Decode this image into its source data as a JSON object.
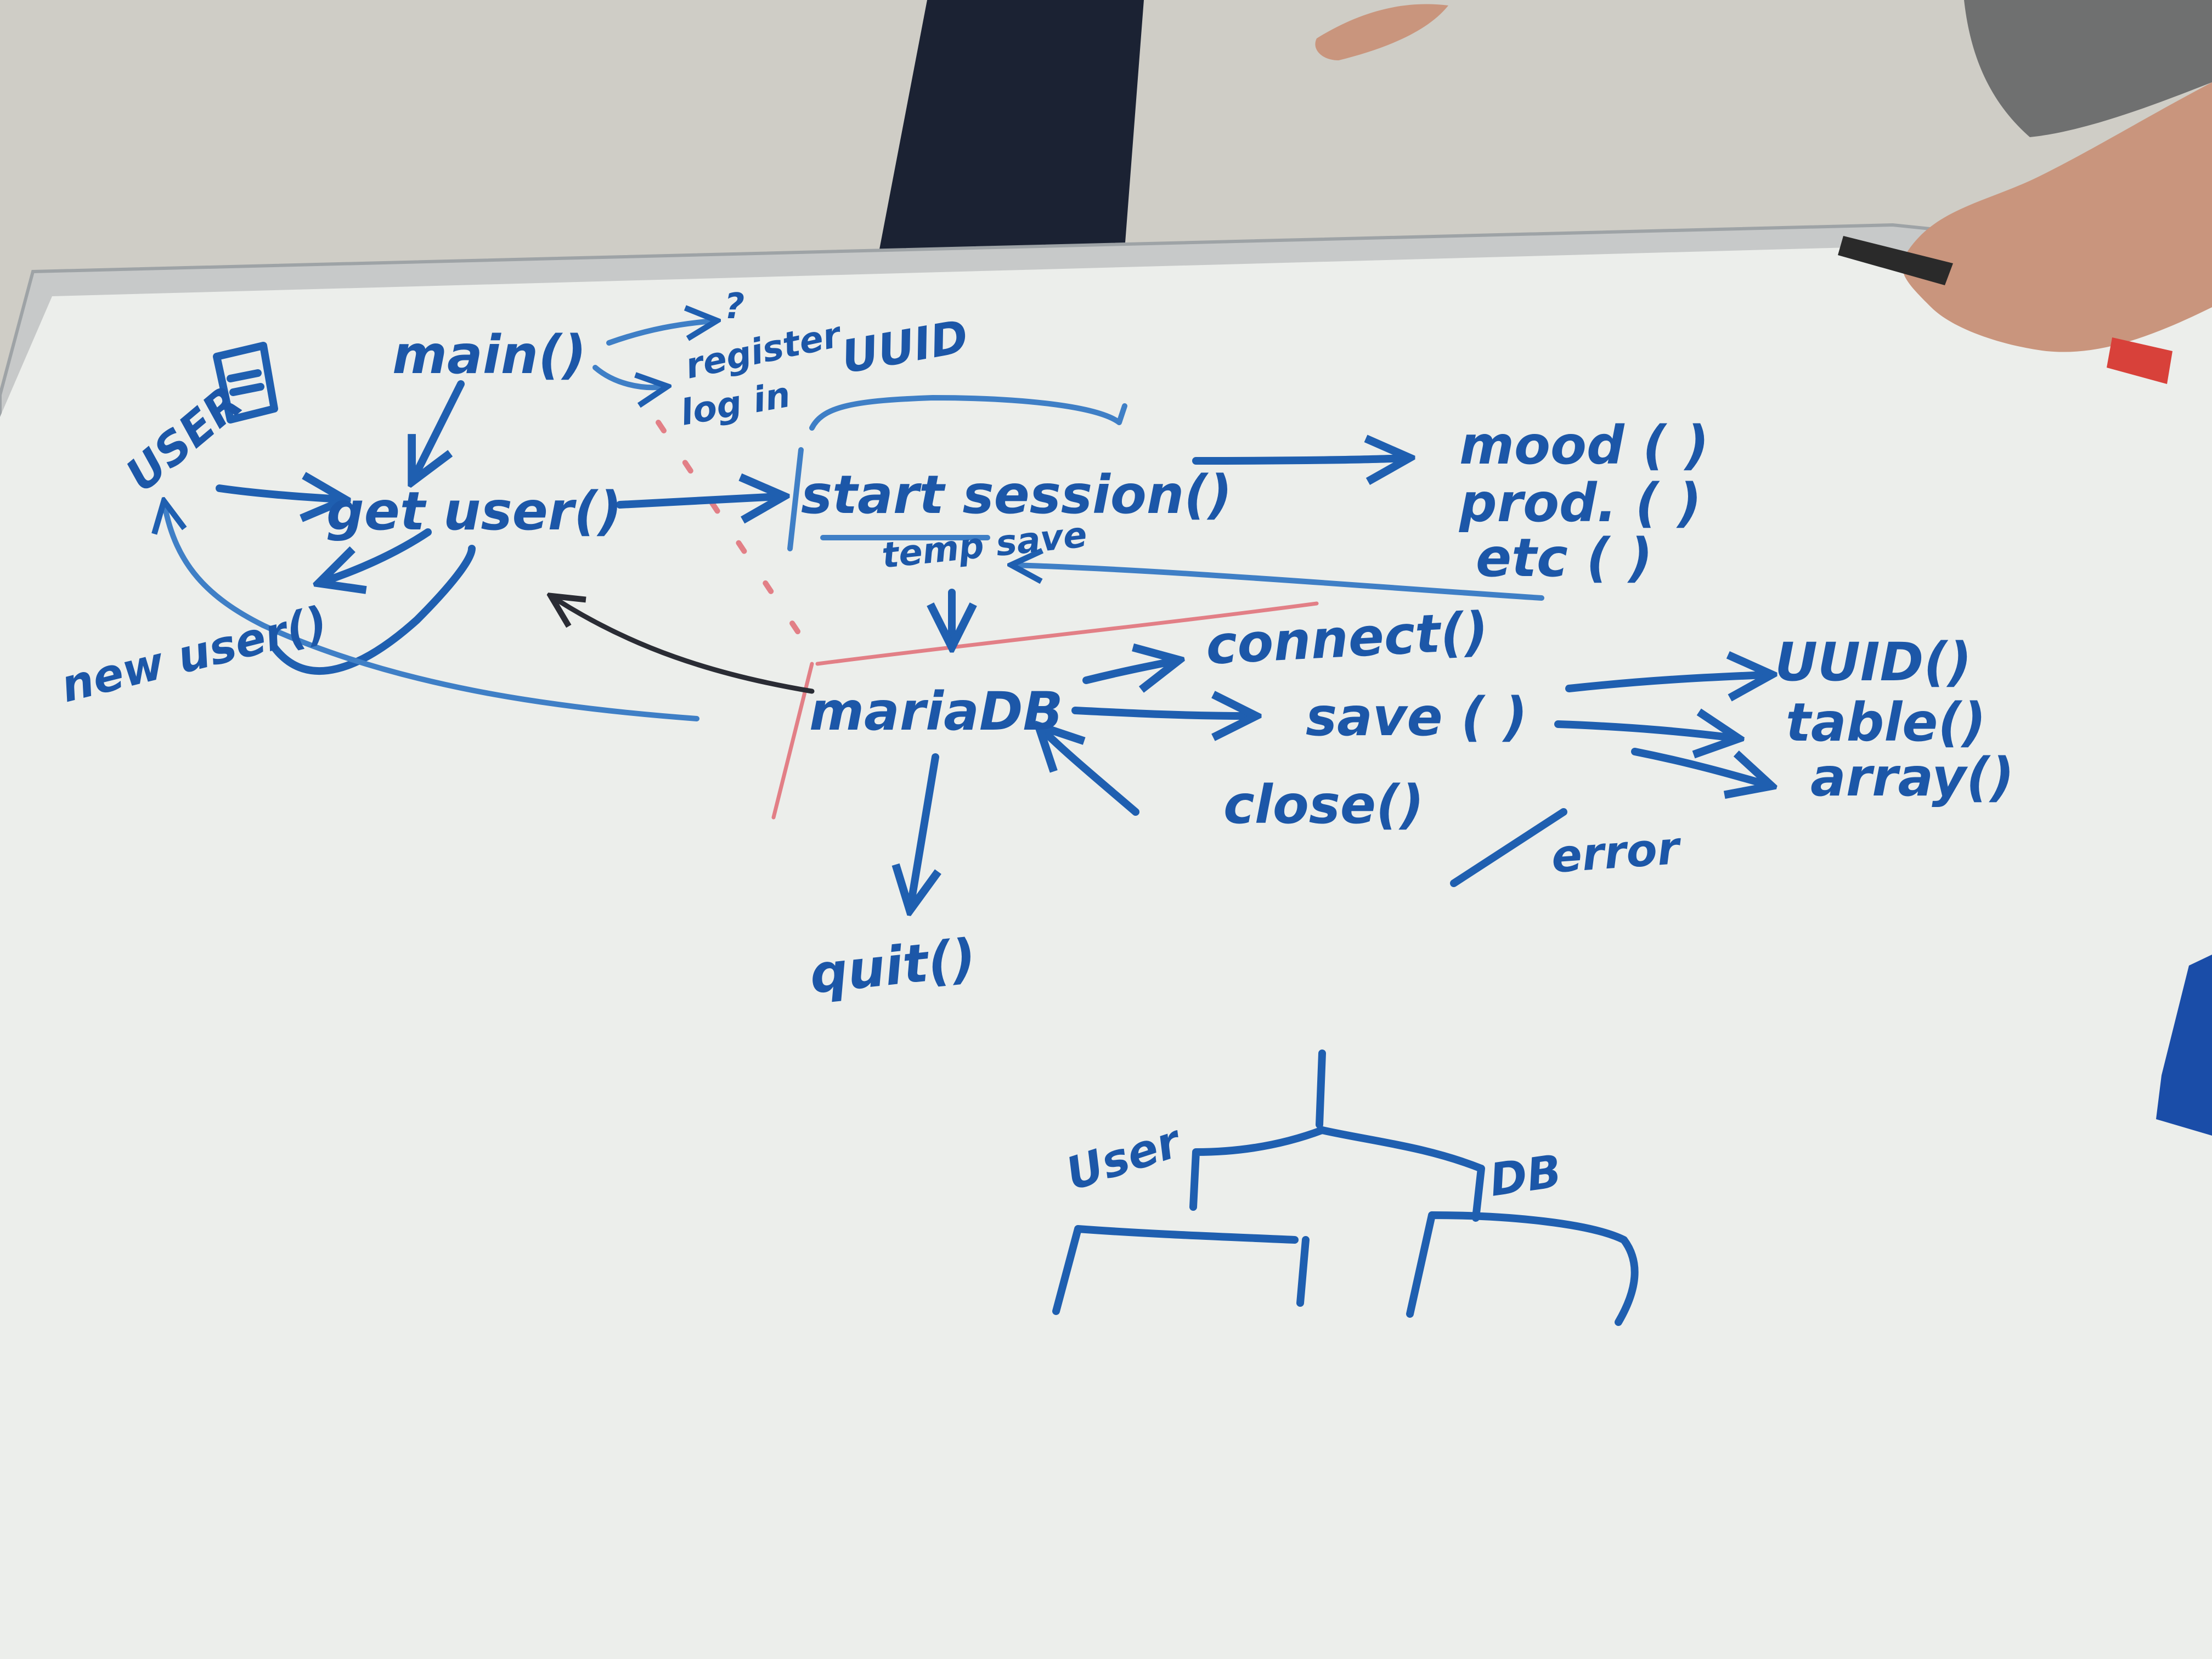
{
  "labels": {
    "main": "main()",
    "q": "?",
    "register": "register",
    "login": "log in",
    "uuid_top": "UUID",
    "user": "USER",
    "get_user": "get user()",
    "start_session": "start session()",
    "temp_save": "temp save",
    "new_user": "new user()",
    "mood": "mood ( )",
    "prod": "prod. ( )",
    "etc": "etc ( )",
    "mariadb": "mariaDB",
    "connect": "connect()",
    "save": "save ( )",
    "close": "close()",
    "error": "error",
    "uuid_fn": "UUID()",
    "table": "table()",
    "array": "array()",
    "quit": "quit()",
    "tree_user": "User",
    "tree_db": "DB"
  },
  "colors": {
    "ink_blue": "#1f5fb0",
    "ink_black": "#2a2c34",
    "ink_red": "#e27f86",
    "board": "#eceeeb"
  }
}
